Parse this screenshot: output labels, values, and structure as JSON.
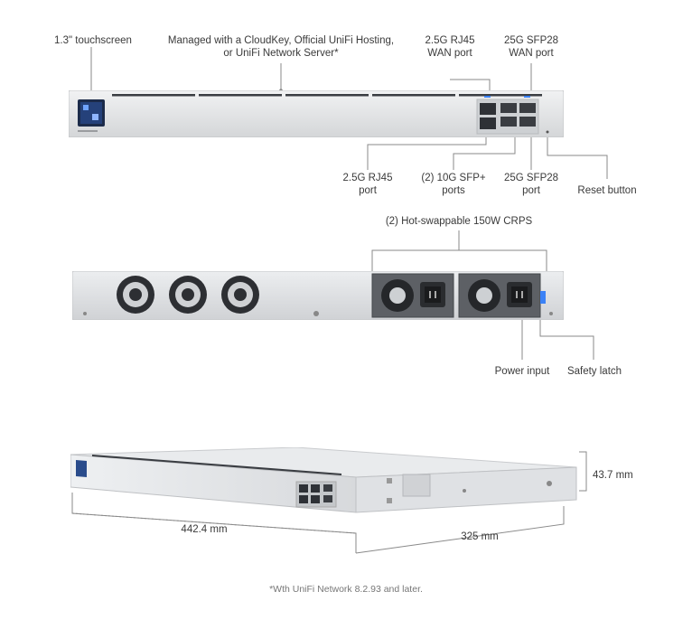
{
  "front_view": {
    "touchscreen": "1.3\" touchscreen",
    "managed_line1": "Managed with a CloudKey, Official UniFi Hosting,",
    "managed_line2": "or UniFi Network Server*",
    "wan_rj45_line1": "2.5G RJ45",
    "wan_rj45_line2": "WAN port",
    "wan_sfp28_line1": "25G SFP28",
    "wan_sfp28_line2": "WAN port",
    "rj45_line1": "2.5G RJ45",
    "rj45_line2": "port",
    "sfp_plus_line1": "(2) 10G SFP+",
    "sfp_plus_line2": "ports",
    "sfp28_line1": "25G SFP28",
    "sfp28_line2": "port",
    "reset": "Reset button"
  },
  "rear_view": {
    "psu": "(2) Hot-swappable 150W CRPS",
    "power_input": "Power input",
    "safety_latch": "Safety latch"
  },
  "dimensions": {
    "height": "43.7 mm",
    "width": "442.4 mm",
    "depth": "325 mm"
  },
  "footnote": "*Wth UniFi Network 8.2.93 and later."
}
